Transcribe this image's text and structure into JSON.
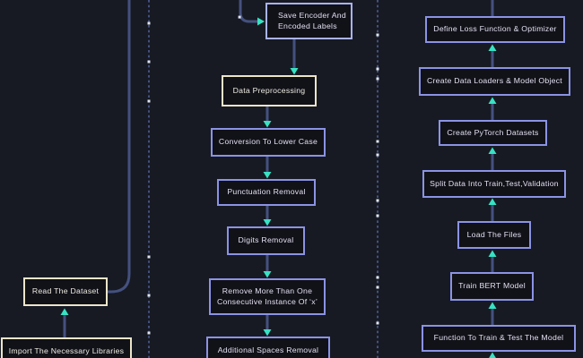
{
  "colors": {
    "bg": "#171a23",
    "node-fill": "#111118",
    "cream": "#ece5c9",
    "periwinkle": "#8b93e4",
    "periwinkle-light": "#aab3f0",
    "connector": "#44517f",
    "arrow": "#38e2c3",
    "dot": "#dfe5f2",
    "text": "#e2e0f0",
    "text-cream": "#efede4"
  },
  "nodes": {
    "save_encoder": {
      "lines": [
        "Save Encoder And",
        "Encoded Labels"
      ]
    },
    "data_preprocessing": {
      "label": "Data Preprocessing"
    },
    "conversion_lower": {
      "label": "Conversion To Lower Case"
    },
    "punctuation_removal": {
      "label": "Punctuation Removal"
    },
    "digits_removal": {
      "label": "Digits Removal"
    },
    "remove_consecutive_x": {
      "lines": [
        "Remove More Than One",
        "Consecutive Instance Of ‘x’"
      ]
    },
    "additional_spaces": {
      "label": "Additional Spaces Removal"
    },
    "read_dataset": {
      "label": "Read The Dataset"
    },
    "import_libraries": {
      "label": "Import The Necessary Libraries"
    },
    "define_loss": {
      "label": "Define Loss Function & Optimizer"
    },
    "create_loaders": {
      "label": "Create Data Loaders & Model Object"
    },
    "create_pytorch": {
      "label": "Create PyTorch Datasets"
    },
    "split_data": {
      "label": "Split Data Into Train,Test,Validation"
    },
    "load_files": {
      "label": "Load The Files"
    },
    "train_bert": {
      "label": "Train BERT Model"
    },
    "function_train_test": {
      "label": "Function To Train & Test The Model"
    }
  }
}
